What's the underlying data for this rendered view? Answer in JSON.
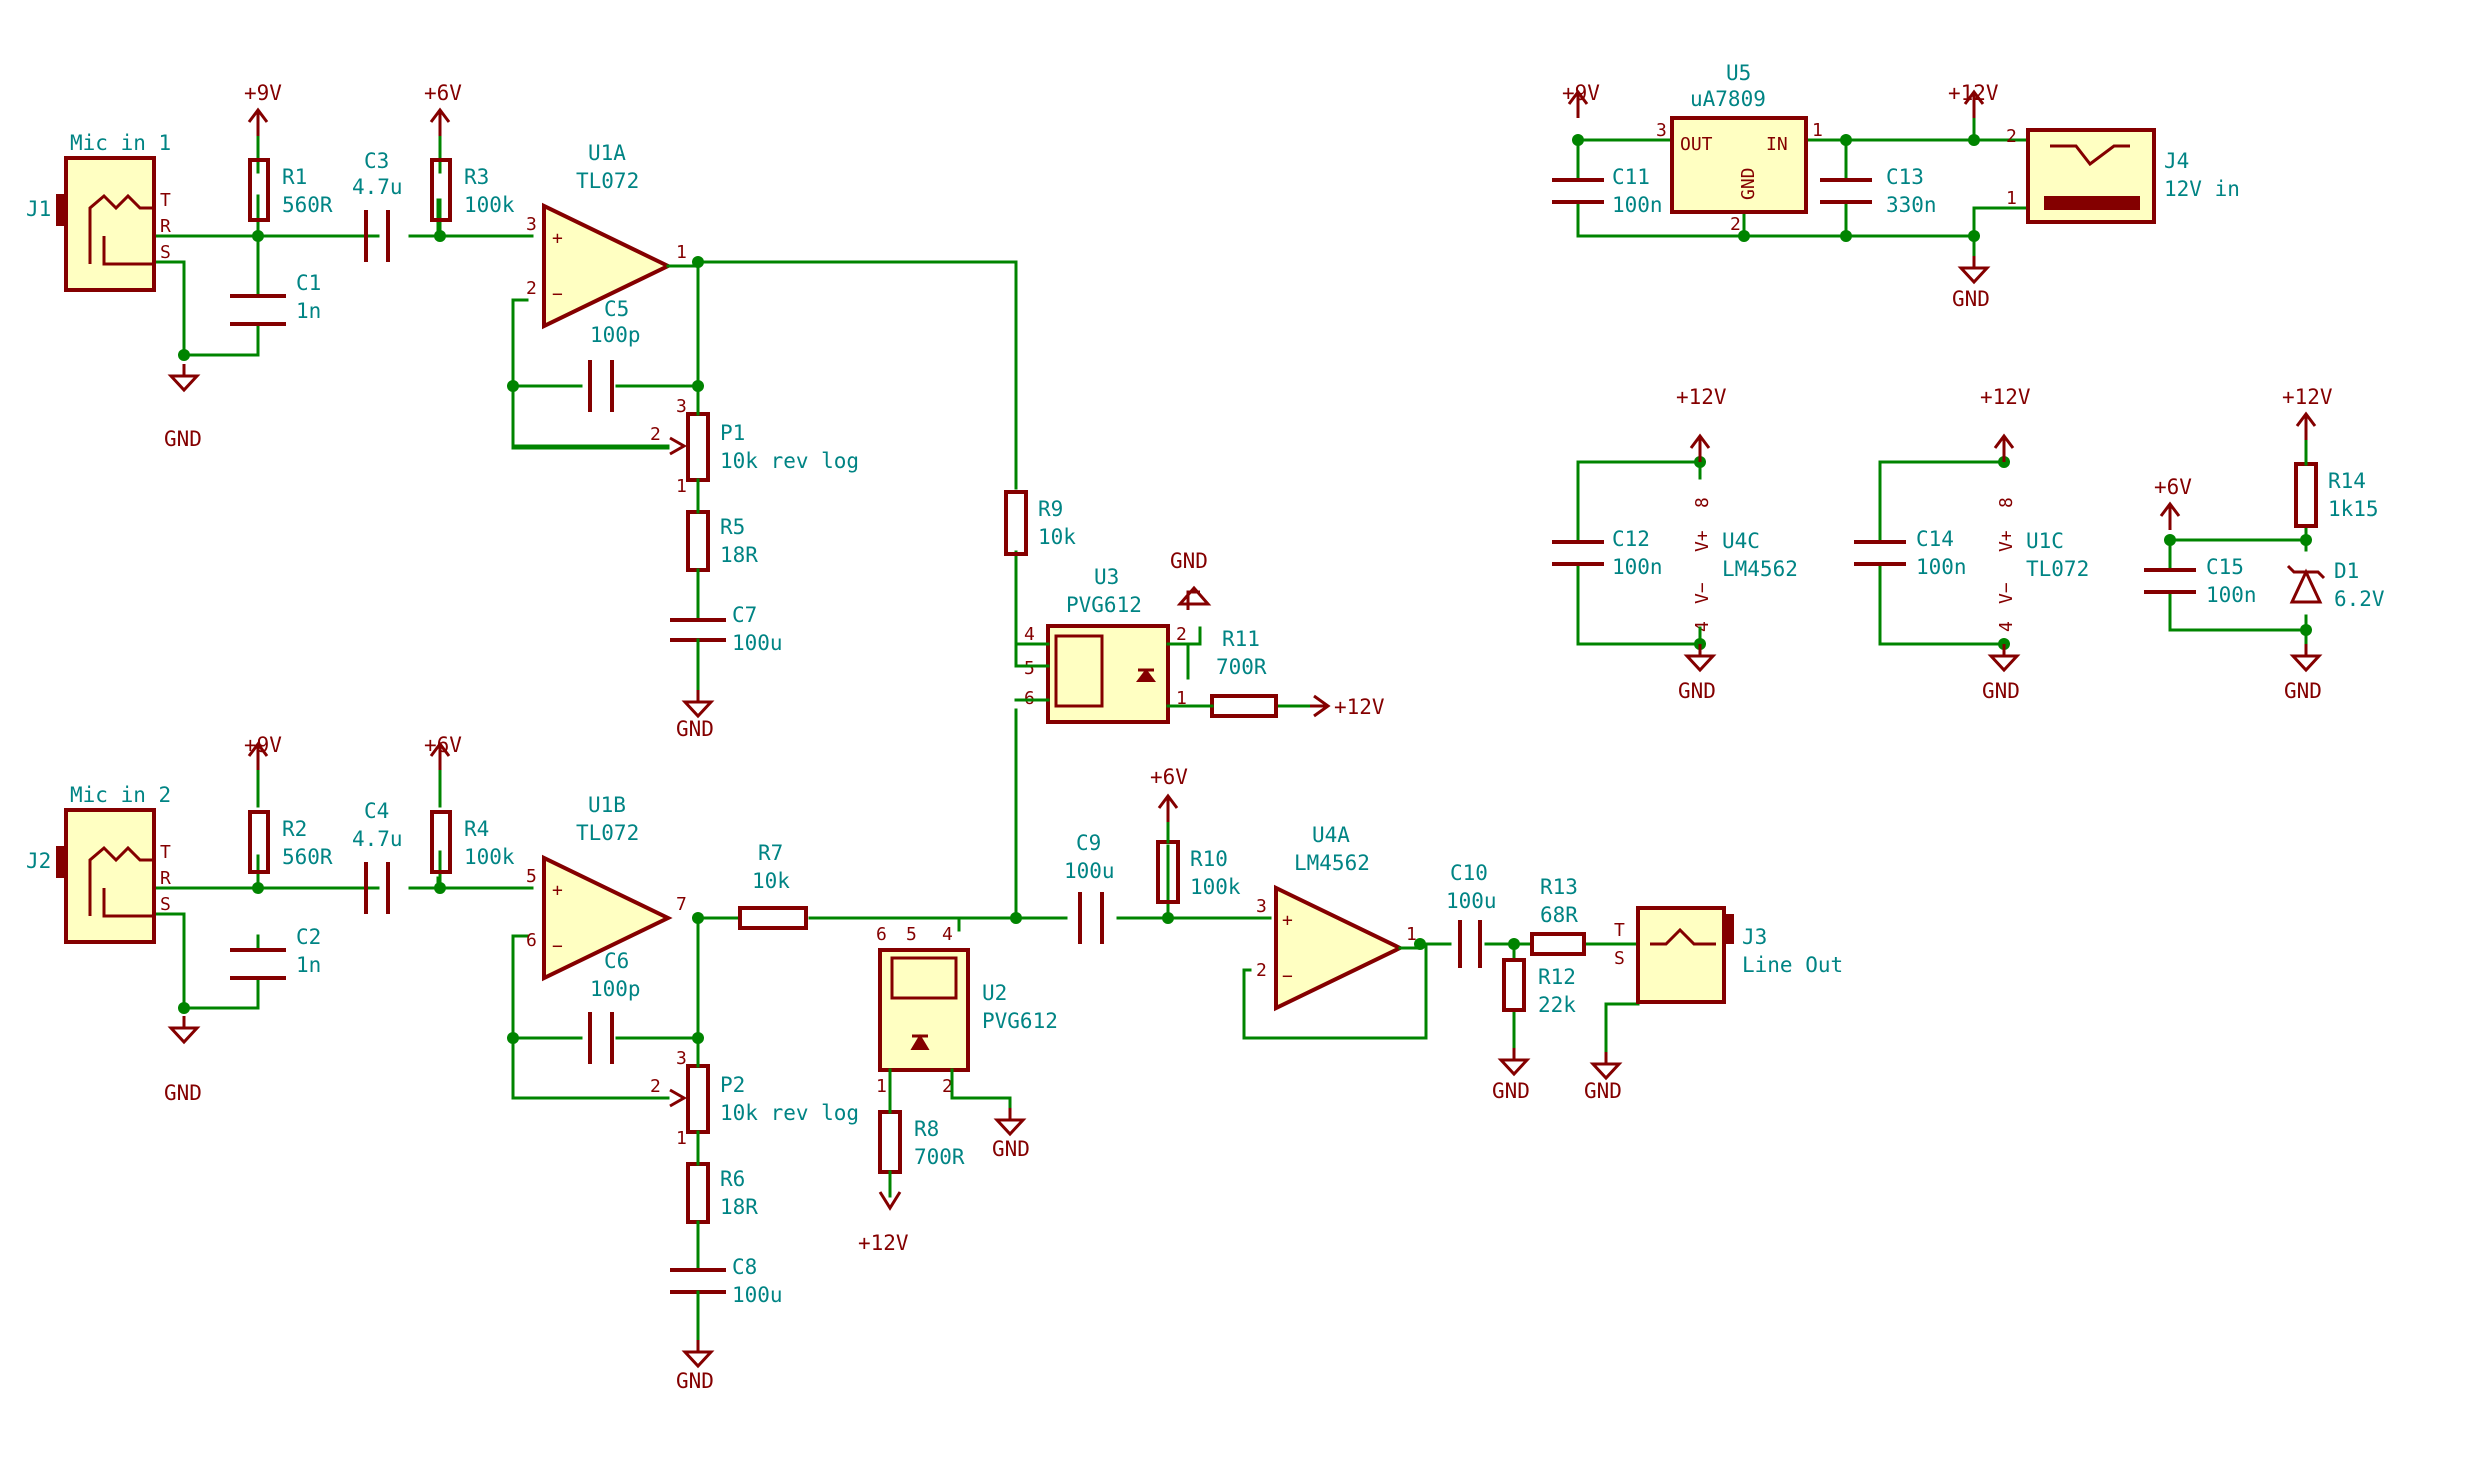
{
  "supply": {
    "p9v": "+9V",
    "p6v": "+6V",
    "p12v": "+12V",
    "gnd": "GND"
  },
  "pins": {
    "n1": "1",
    "n2": "2",
    "n3": "3",
    "n4": "4",
    "n5": "5",
    "n6": "6",
    "n7": "7",
    "n8": "8",
    "t": "T",
    "r": "R",
    "s": "S",
    "plus": "+",
    "minus": "−",
    "vplus": "V+",
    "vminus": "V−",
    "out": "OUT",
    "in": "IN",
    "gndpin": "GND"
  },
  "components": {
    "J1": {
      "ref": "J1",
      "value": "Mic in 1"
    },
    "J2": {
      "ref": "J2",
      "value": "Mic in 2"
    },
    "J3": {
      "ref": "J3",
      "value": "Line Out"
    },
    "J4": {
      "ref": "J4",
      "value": "12V in"
    },
    "R1": {
      "ref": "R1",
      "value": "560R"
    },
    "R2": {
      "ref": "R2",
      "value": "560R"
    },
    "R3": {
      "ref": "R3",
      "value": "100k"
    },
    "R4": {
      "ref": "R4",
      "value": "100k"
    },
    "R5": {
      "ref": "R5",
      "value": "18R"
    },
    "R6": {
      "ref": "R6",
      "value": "18R"
    },
    "R7": {
      "ref": "R7",
      "value": "10k"
    },
    "R8": {
      "ref": "R8",
      "value": "700R"
    },
    "R9": {
      "ref": "R9",
      "value": "10k"
    },
    "R10": {
      "ref": "R10",
      "value": "100k"
    },
    "R11": {
      "ref": "R11",
      "value": "700R"
    },
    "R12": {
      "ref": "R12",
      "value": "22k"
    },
    "R13": {
      "ref": "R13",
      "value": "68R"
    },
    "R14": {
      "ref": "R14",
      "value": "1k15"
    },
    "C1": {
      "ref": "C1",
      "value": "1n"
    },
    "C2": {
      "ref": "C2",
      "value": "1n"
    },
    "C3": {
      "ref": "C3",
      "value": "4.7u"
    },
    "C4": {
      "ref": "C4",
      "value": "4.7u"
    },
    "C5": {
      "ref": "C5",
      "value": "100p"
    },
    "C6": {
      "ref": "C6",
      "value": "100p"
    },
    "C7": {
      "ref": "C7",
      "value": "100u"
    },
    "C8": {
      "ref": "C8",
      "value": "100u"
    },
    "C9": {
      "ref": "C9",
      "value": "100u"
    },
    "C10": {
      "ref": "C10",
      "value": "100u"
    },
    "C11": {
      "ref": "C11",
      "value": "100n"
    },
    "C12": {
      "ref": "C12",
      "value": "100n"
    },
    "C13": {
      "ref": "C13",
      "value": "330n"
    },
    "C14": {
      "ref": "C14",
      "value": "100n"
    },
    "C15": {
      "ref": "C15",
      "value": "100n"
    },
    "P1": {
      "ref": "P1",
      "value": "10k rev log"
    },
    "P2": {
      "ref": "P2",
      "value": "10k rev log"
    },
    "U1A": {
      "ref": "U1A",
      "value": "TL072"
    },
    "U1B": {
      "ref": "U1B",
      "value": "TL072"
    },
    "U1C": {
      "ref": "U1C",
      "value": "TL072"
    },
    "U2": {
      "ref": "U2",
      "value": "PVG612"
    },
    "U3": {
      "ref": "U3",
      "value": "PVG612"
    },
    "U4A": {
      "ref": "U4A",
      "value": "LM4562"
    },
    "U4C": {
      "ref": "U4C",
      "value": "LM4562"
    },
    "U5": {
      "ref": "U5",
      "value": "uA7809"
    },
    "D1": {
      "ref": "D1",
      "value": "6.2V"
    }
  }
}
